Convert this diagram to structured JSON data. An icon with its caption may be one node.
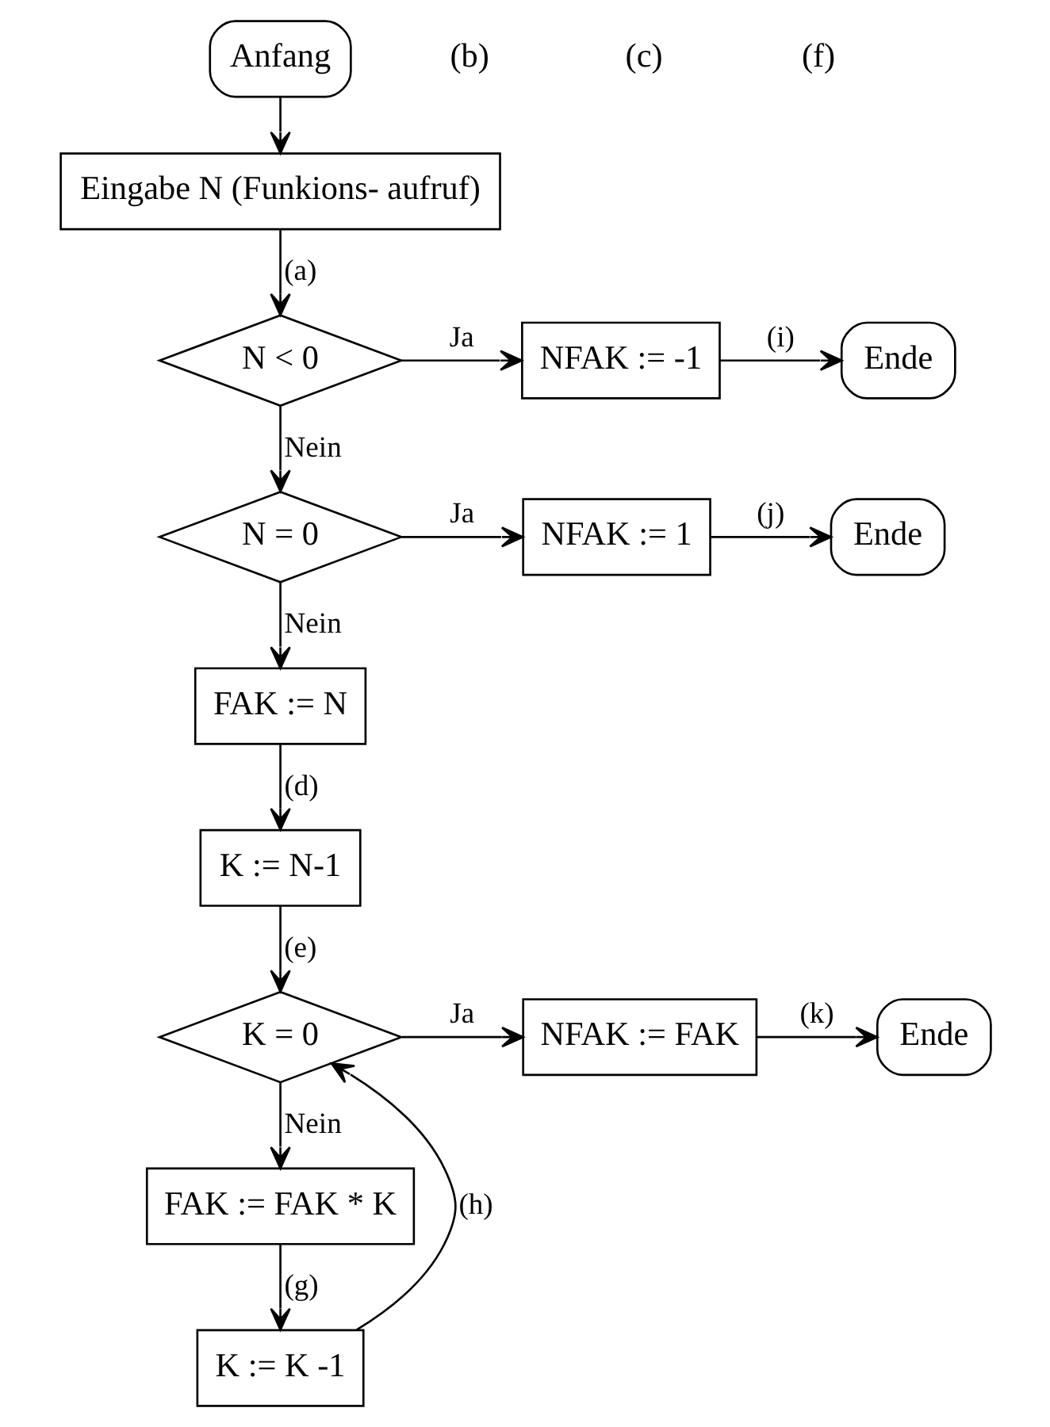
{
  "diagram": {
    "nodes": [
      {
        "text": [
          "Anfang"
        ]
      },
      {
        "text": [
          "Eingabe N (Funkions- aufruf)"
        ]
      },
      {
        "text": [
          "N < 0"
        ]
      },
      {
        "text": [
          "NFAK := -1"
        ]
      },
      {
        "text": [
          "Ende"
        ]
      },
      {
        "text": [
          "N = 0"
        ]
      },
      {
        "text": [
          "NFAK := 1"
        ]
      },
      {
        "text": [
          "Ende"
        ]
      },
      {
        "text": [
          "FAK := N"
        ]
      },
      {
        "text": [
          "K := N-1"
        ]
      },
      {
        "text": [
          "K = 0"
        ]
      },
      {
        "text": [
          "NFAK := FAK"
        ]
      },
      {
        "text": [
          "Ende"
        ]
      },
      {
        "text": [
          "FAK := FAK * K"
        ]
      },
      {
        "text": [
          "K := K -1"
        ]
      }
    ],
    "edges": [
      {
        "from": 0,
        "to": 1,
        "arrow": "to"
      },
      {
        "from": 1,
        "to": 2,
        "arrow": "to",
        "label": "(a)"
      },
      {
        "from": 2,
        "to": 3,
        "arrow": "to",
        "label": "Ja"
      },
      {
        "from": 3,
        "to": 4,
        "arrow": "to",
        "label": "(i)"
      },
      {
        "from": 2,
        "to": 5,
        "arrow": "to",
        "label": "Nein"
      },
      {
        "from": 5,
        "to": 6,
        "arrow": "to",
        "label": "Ja"
      },
      {
        "from": 6,
        "to": 7,
        "arrow": "to",
        "label": "(j)"
      },
      {
        "from": 5,
        "to": 8,
        "arrow": "to",
        "label": "Nein"
      },
      {
        "from": 8,
        "to": 9,
        "arrow": "to",
        "label": "(d)"
      },
      {
        "from": 9,
        "to": 10,
        "arrow": "to",
        "label": "(e)"
      },
      {
        "from": 10,
        "to": 11,
        "arrow": "to",
        "label": "Ja"
      },
      {
        "from": 11,
        "to": 12,
        "arrow": "to",
        "label": "(k)"
      },
      {
        "from": 10,
        "to": 13,
        "arrow": "to",
        "label": "Nein"
      },
      {
        "from": 13,
        "to": 14,
        "arrow": "to",
        "label": "(g)"
      },
      {
        "from": 14,
        "to": 10,
        "arrow": "to",
        "label": "(h)"
      }
    ],
    "labels": [
      "(b)",
      "(c)",
      "(f)"
    ]
  }
}
